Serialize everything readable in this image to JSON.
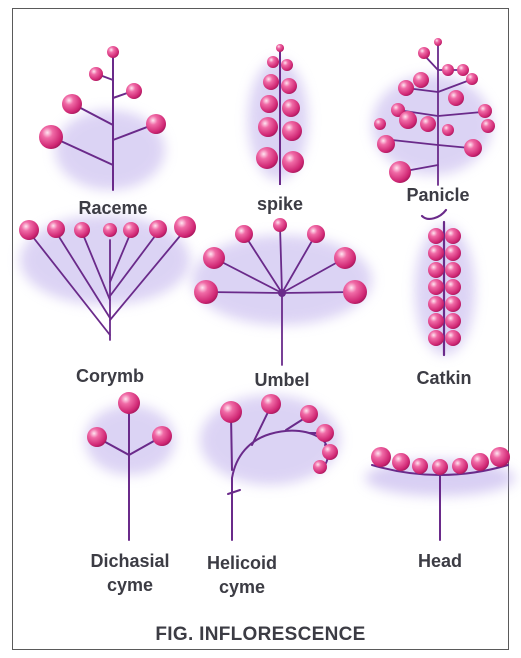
{
  "colors": {
    "flower": "#d9307a",
    "flower_light": "#ffd0e4",
    "stem": "#6a2a8a",
    "shadow": "#b9a8ea",
    "text": "#3c3c44"
  },
  "labels": {
    "raceme": "Raceme",
    "spike": "spike",
    "panicle": "Panicle",
    "corymb": "Corymb",
    "umbel": "Umbel",
    "catkin": "Catkin",
    "dichasial_cyme": [
      "Dichasial",
      "cyme"
    ],
    "helicoid_cyme": [
      "Helicoid",
      "cyme"
    ],
    "head": "Head"
  },
  "caption": "FIG. INFLORESCENCE"
}
